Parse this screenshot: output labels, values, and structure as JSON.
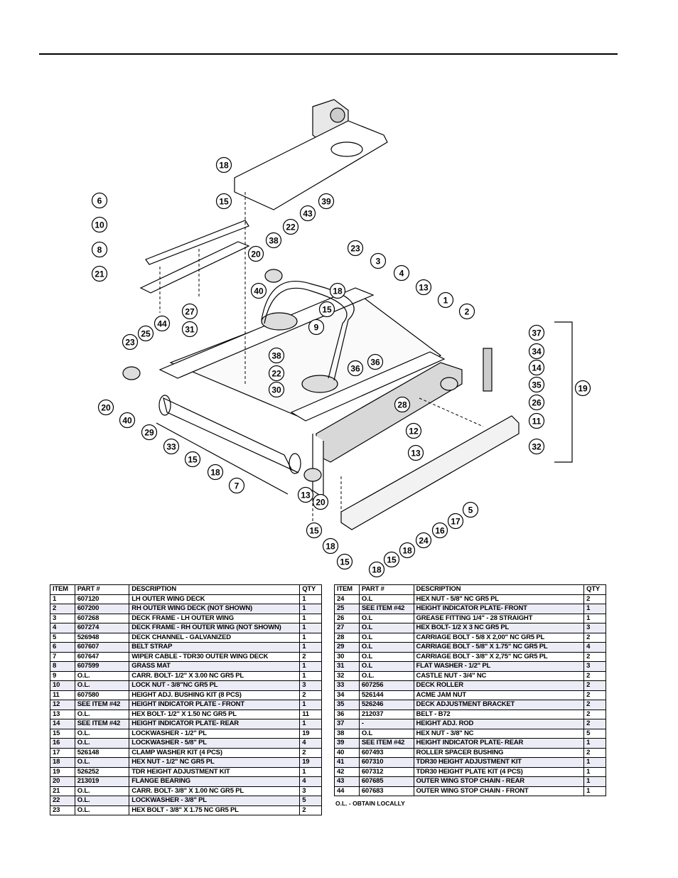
{
  "callouts": [
    "18",
    "15",
    "6",
    "10",
    "8",
    "21",
    "43",
    "39",
    "22",
    "38",
    "20",
    "23",
    "3",
    "4",
    "40",
    "18",
    "15",
    "13",
    "1",
    "2",
    "9",
    "27",
    "44",
    "31",
    "25",
    "23",
    "37",
    "34",
    "14",
    "35",
    "19",
    "26",
    "38",
    "22",
    "36",
    "36",
    "30",
    "20",
    "40",
    "29",
    "28",
    "11",
    "12",
    "33",
    "32",
    "13",
    "15",
    "18",
    "7",
    "13",
    "20",
    "5",
    "17",
    "16",
    "15",
    "24",
    "18",
    "18",
    "15",
    "15",
    "18"
  ],
  "table_headers": {
    "item": "ITEM",
    "part": "PART #",
    "description": "DESCRIPTION",
    "qty": "QTY"
  },
  "left_rows": [
    [
      "1",
      "607120",
      "LH OUTER WING DECK",
      "1"
    ],
    [
      "2",
      "607200",
      "RH OUTER WING DECK (NOT SHOWN)",
      "1"
    ],
    [
      "3",
      "607268",
      "DECK FRAME - LH OUTER WING",
      "1"
    ],
    [
      "4",
      "607274",
      "DECK FRAME - RH OUTER WING (NOT SHOWN)",
      "1"
    ],
    [
      "5",
      "526948",
      "DECK CHANNEL - GALVANIZED",
      "1"
    ],
    [
      "6",
      "607607",
      "BELT STRAP",
      "1"
    ],
    [
      "7",
      "607647",
      "WIPER CABLE - TDR30 OUTER WING DECK",
      "2"
    ],
    [
      "8",
      "607599",
      "GRASS MAT",
      "1"
    ],
    [
      "9",
      "O.L.",
      "CARR. BOLT- 1/2\" X 3.00 NC GR5 PL",
      "1"
    ],
    [
      "10",
      "O.L.",
      "LOCK NUT - 3/8\"NC GR5 PL",
      "3"
    ],
    [
      "11",
      "607580",
      "HEIGHT ADJ. BUSHING KIT (8 PCS)",
      "2"
    ],
    [
      "12",
      "SEE ITEM #42",
      "HEIGHT INDICATOR PLATE - FRONT",
      "1"
    ],
    [
      "13",
      "O.L.",
      "HEX BOLT- 1/2\" X 1.50 NC GR5 PL",
      "11"
    ],
    [
      "14",
      "SEE ITEM #42",
      "HEIGHT INDICATOR PLATE- REAR",
      "1"
    ],
    [
      "15",
      "O.L.",
      "LOCKWASHER - 1/2\" PL",
      "19"
    ],
    [
      "16",
      "O.L.",
      "LOCKWASHER - 5/8\" PL",
      "4"
    ],
    [
      "17",
      "526148",
      "CLAMP WASHER KIT (4 PCS)",
      "2"
    ],
    [
      "18",
      "O.L.",
      "HEX NUT - 1/2\" NC GR5 PL",
      "19"
    ],
    [
      "19",
      "526252",
      "TDR HEIGHT ADJUSTMENT KIT",
      "1"
    ],
    [
      "20",
      "213019",
      "FLANGE BEARING",
      "4"
    ],
    [
      "21",
      "O.L.",
      "CARR. BOLT- 3/8\" X 1.00 NC GR5 PL",
      "3"
    ],
    [
      "22",
      "O.L.",
      "LOCKWASHER - 3/8\" PL",
      "5"
    ],
    [
      "23",
      "O.L.",
      "HEX BOLT - 3/8\" X 1.75 NC GR5 PL",
      "2"
    ]
  ],
  "right_rows": [
    [
      "24",
      "O.L",
      "HEX NUT - 5/8\" NC GR5 PL",
      "2"
    ],
    [
      "25",
      "SEE ITEM #42",
      "HEIGHT INDICATOR PLATE- FRONT",
      "1"
    ],
    [
      "26",
      "O.L",
      "GREASE FITTING 1/4\" - 28 STRAIGHT",
      "1"
    ],
    [
      "27",
      "O.L",
      "HEX BOLT- 1/2 X 3 NC GR5 PL",
      "3"
    ],
    [
      "28",
      "O.L",
      "CARRIAGE BOLT - 5/8 X 2,00\" NC GR5 PL",
      "2"
    ],
    [
      "29",
      "O.L",
      "CARRIAGE BOLT - 5/8\" X 1.75\" NC GR5 PL",
      "4"
    ],
    [
      "30",
      "O.L",
      "CARRIAGE BOLT - 3/8\" X 2,75\" NC GR5 PL",
      "2"
    ],
    [
      "31",
      "O.L",
      "FLAT WASHER - 1/2\" PL",
      "3"
    ],
    [
      "32",
      "O.L.",
      "CASTLE NUT - 3/4\" NC",
      "2"
    ],
    [
      "33",
      "607256",
      "DECK ROLLER",
      "2"
    ],
    [
      "34",
      "526144",
      "ACME JAM NUT",
      "2"
    ],
    [
      "35",
      "526246",
      "DECK ADJUSTMENT BRACKET",
      "2"
    ],
    [
      "36",
      "212037",
      "BELT - B72",
      "2"
    ],
    [
      "37",
      "-",
      "HEIGHT ADJ. ROD",
      "2"
    ],
    [
      "38",
      "O.L",
      "HEX NUT - 3/8\" NC",
      "5"
    ],
    [
      "39",
      "SEE ITEM #42",
      "HEIGHT INDICATOR PLATE- REAR",
      "1"
    ],
    [
      "40",
      "607493",
      "ROLLER SPACER BUSHING",
      "2"
    ],
    [
      "41",
      "607310",
      "TDR30 HEIGHT ADJUSTMENT KIT",
      "1"
    ],
    [
      "42",
      "607312",
      "TDR30 HEIGHT PLATE KIT (4 PCS)",
      "1"
    ],
    [
      "43",
      "607685",
      "OUTER WING STOP CHAIN - REAR",
      "1"
    ],
    [
      "44",
      "607683",
      "OUTER WING STOP CHAIN - FRONT",
      "1"
    ]
  ],
  "footnote": "O.L. - OBTAIN LOCALLY"
}
